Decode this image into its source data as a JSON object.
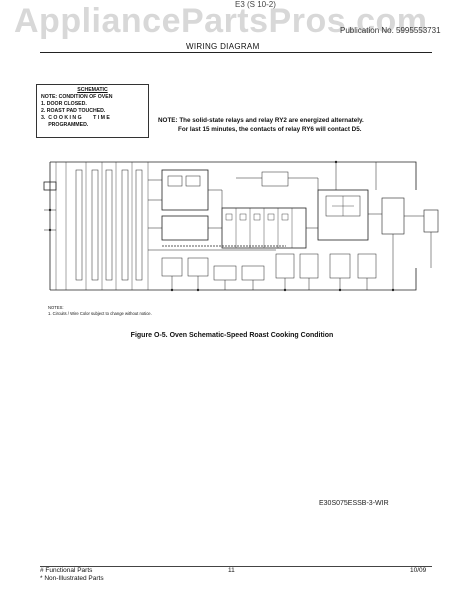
{
  "header": {
    "watermark": "AppliancePartsPros.com",
    "doc_code": "E3 (S 10-2)",
    "publication": "Publication No. 5995553731",
    "section_title": "WIRING DIAGRAM"
  },
  "schematic_box": {
    "title": "SCHEMATIC",
    "condition": "NOTE: CONDITION OF OVEN",
    "items": [
      "1.  DOOR CLOSED.",
      "2.  ROAST PAD TOUCHED.",
      "3.  C O O K I N G        T I M E",
      "     PROGRAMMED."
    ]
  },
  "note": {
    "line1": "NOTE: The solid-state relays and relay RY2 are energized alternately.",
    "line2": "For last 15 minutes, the contacts of relay RY6 will contact D5."
  },
  "diagram_notes": {
    "heading": "NOTES:",
    "line1": "1. Circuits / Wire Color subject to change without notice."
  },
  "caption": "Figure O-5. Oven Schematic-Speed Roast Cooking Condition",
  "drawing_id": "E30S075ESSB-3-WIR",
  "footer": {
    "functional": "# Functional Parts",
    "non_illustrated": "* Non-Illustrated Parts",
    "page": "11",
    "date": "10/09"
  }
}
